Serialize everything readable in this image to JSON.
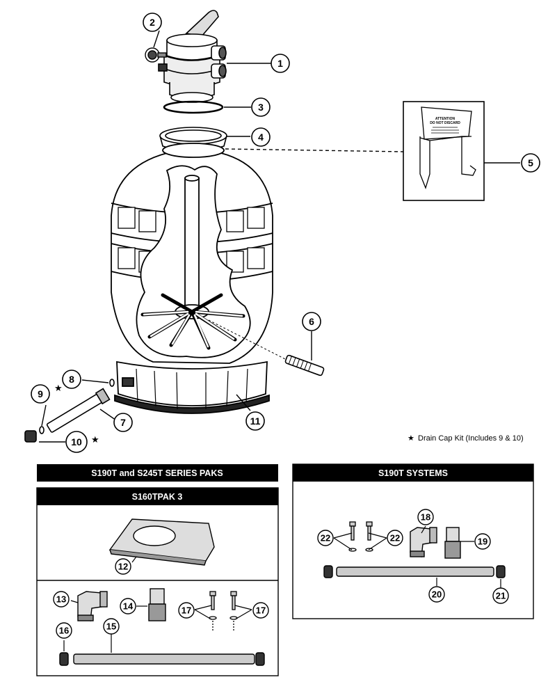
{
  "callouts": {
    "c1": "1",
    "c2": "2",
    "c3": "3",
    "c4": "4",
    "c5": "5",
    "c6": "6",
    "c7": "7",
    "c8": "8",
    "c9": "9",
    "c10": "10",
    "c11": "11",
    "c12": "12",
    "c13": "13",
    "c14": "14",
    "c15": "15",
    "c16": "16",
    "c17a": "17",
    "c17b": "17",
    "c18": "18",
    "c19": "19",
    "c20": "20",
    "c21": "21",
    "c22a": "22",
    "c22b": "22"
  },
  "drain_note": {
    "star": "★",
    "text": "Drain Cap Kit (Includes 9 & 10)"
  },
  "headers": {
    "series_paks": "S190T and S245T SERIES PAKS",
    "s160tpak": "S160TPAK 3",
    "s190t_systems": "S190T SYSTEMS"
  },
  "sign": {
    "line1": "ATTENTION",
    "line2": "DO NOT DISCARD"
  }
}
